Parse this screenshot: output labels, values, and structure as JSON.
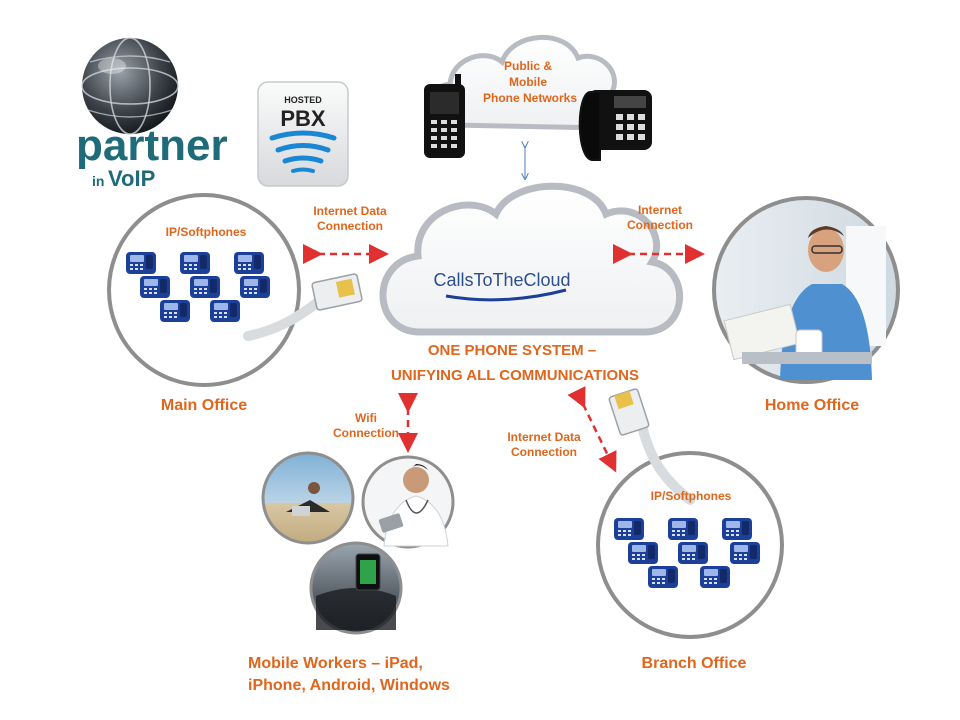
{
  "logo": {
    "word": "partner",
    "sub_in": "in",
    "sub_voip": "VoIP"
  },
  "pbx_badge": {
    "top": "HOSTED",
    "main": "PBX"
  },
  "cloud_top": {
    "line1": "Public &",
    "line2": "Mobile",
    "line3": "Phone Networks"
  },
  "cloud_main": {
    "brand": "CallsToTheCloud"
  },
  "headline": {
    "line1": "ONE PHONE SYSTEM –",
    "line2": "UNIFYING ALL COMMUNICATIONS"
  },
  "main_office": {
    "inner_label": "IP/Softphones",
    "title": "Main Office"
  },
  "home_office": {
    "title": "Home Office"
  },
  "branch_office": {
    "inner_label": "IP/Softphones",
    "title": "Branch Office"
  },
  "mobile": {
    "line1": "Mobile Workers – iPad,",
    "line2": "iPhone, Android, Windows"
  },
  "connections": {
    "left_data": {
      "line1": "Internet Data",
      "line2": "Connection"
    },
    "right_internet": {
      "line1": "Internet",
      "line2": "Connection"
    },
    "wifi": {
      "line1": "Wifi",
      "line2": "Connection"
    },
    "branch_data": {
      "line1": "Internet Data",
      "line2": "Connection"
    }
  },
  "colors": {
    "accent": "#e0661d",
    "arrow": "#e03030",
    "logo_teal": "#1f6b7a",
    "cloud_edge": "#b8bcc2",
    "phone_blue": "#1c3f9a"
  }
}
